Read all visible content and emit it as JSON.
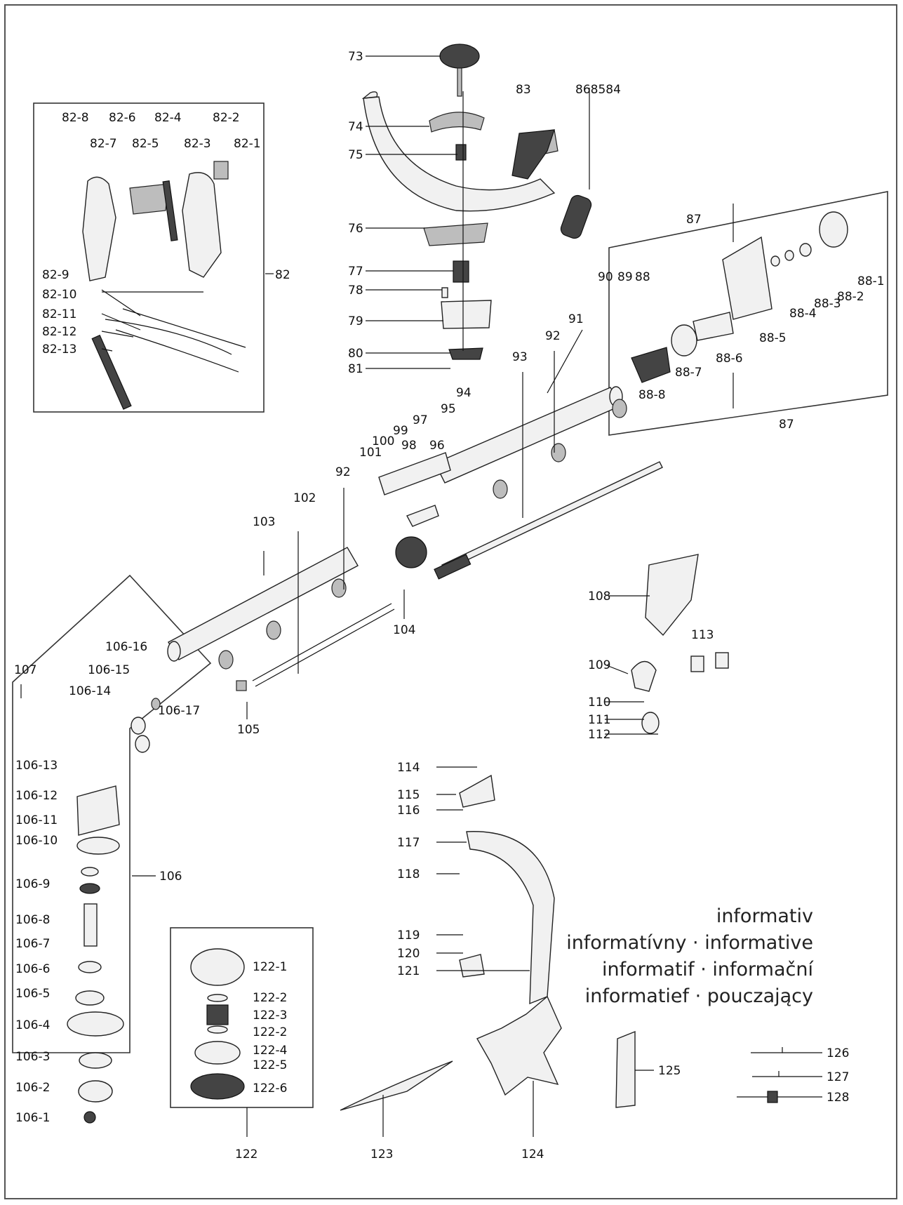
{
  "labels": {
    "p73": "73",
    "p74": "74",
    "p75": "75",
    "p76": "76",
    "p77": "77",
    "p78": "78",
    "p79": "79",
    "p80": "80",
    "p81": "81",
    "p83": "83",
    "p868584": "868584",
    "p82": "82",
    "p82_1": "82-1",
    "p82_2": "82-2",
    "p82_3": "82-3",
    "p82_4": "82-4",
    "p82_5": "82-5",
    "p82_6": "82-6",
    "p82_7": "82-7",
    "p82_8": "82-8",
    "p82_9": "82-9",
    "p82_10": "82-10",
    "p82_11": "82-11",
    "p82_12": "82-12",
    "p82_13": "82-13",
    "p87a": "87",
    "p87b": "87",
    "p88": "88",
    "p89": "89",
    "p90": "90",
    "p88_1": "88-1",
    "p88_2": "88-2",
    "p88_3": "88-3",
    "p88_4": "88-4",
    "p88_5": "88-5",
    "p88_6": "88-6",
    "p88_7": "88-7",
    "p88_8": "88-8",
    "p91": "91",
    "p92a": "92",
    "p92b": "92",
    "p93": "93",
    "p94": "94",
    "p95": "95",
    "p96": "96",
    "p97": "97",
    "p98": "98",
    "p99": "99",
    "p100": "100",
    "p101": "101",
    "p102": "102",
    "p103": "103",
    "p104": "104",
    "p105": "105",
    "p107": "107",
    "p106": "106",
    "p106_1": "106-1",
    "p106_2": "106-2",
    "p106_3": "106-3",
    "p106_4": "106-4",
    "p106_5": "106-5",
    "p106_6": "106-6",
    "p106_7": "106-7",
    "p106_8": "106-8",
    "p106_9": "106-9",
    "p106_10": "106-10",
    "p106_11": "106-11",
    "p106_12": "106-12",
    "p106_13": "106-13",
    "p106_14": "106-14",
    "p106_15": "106-15",
    "p106_16": "106-16",
    "p106_17": "106-17",
    "p108": "108",
    "p109": "109",
    "p110": "110",
    "p111": "111",
    "p112": "112",
    "p113": "113",
    "p114": "114",
    "p115": "115",
    "p116": "116",
    "p117": "117",
    "p118": "118",
    "p119": "119",
    "p120": "120",
    "p121": "121",
    "p122": "122",
    "p122_1": "122-1",
    "p122_2a": "122-2",
    "p122_2b": "122-2",
    "p122_3": "122-3",
    "p122_4": "122-4",
    "p122_5": "122-5",
    "p122_6": "122-6",
    "p123": "123",
    "p124": "124",
    "p125": "125",
    "p126": "126",
    "p127": "127",
    "p128": "128"
  },
  "note": {
    "line1": "informativ",
    "line2": "informatívny · informative",
    "line3": "informatif · informační",
    "line4": "informatief · pouczający"
  }
}
